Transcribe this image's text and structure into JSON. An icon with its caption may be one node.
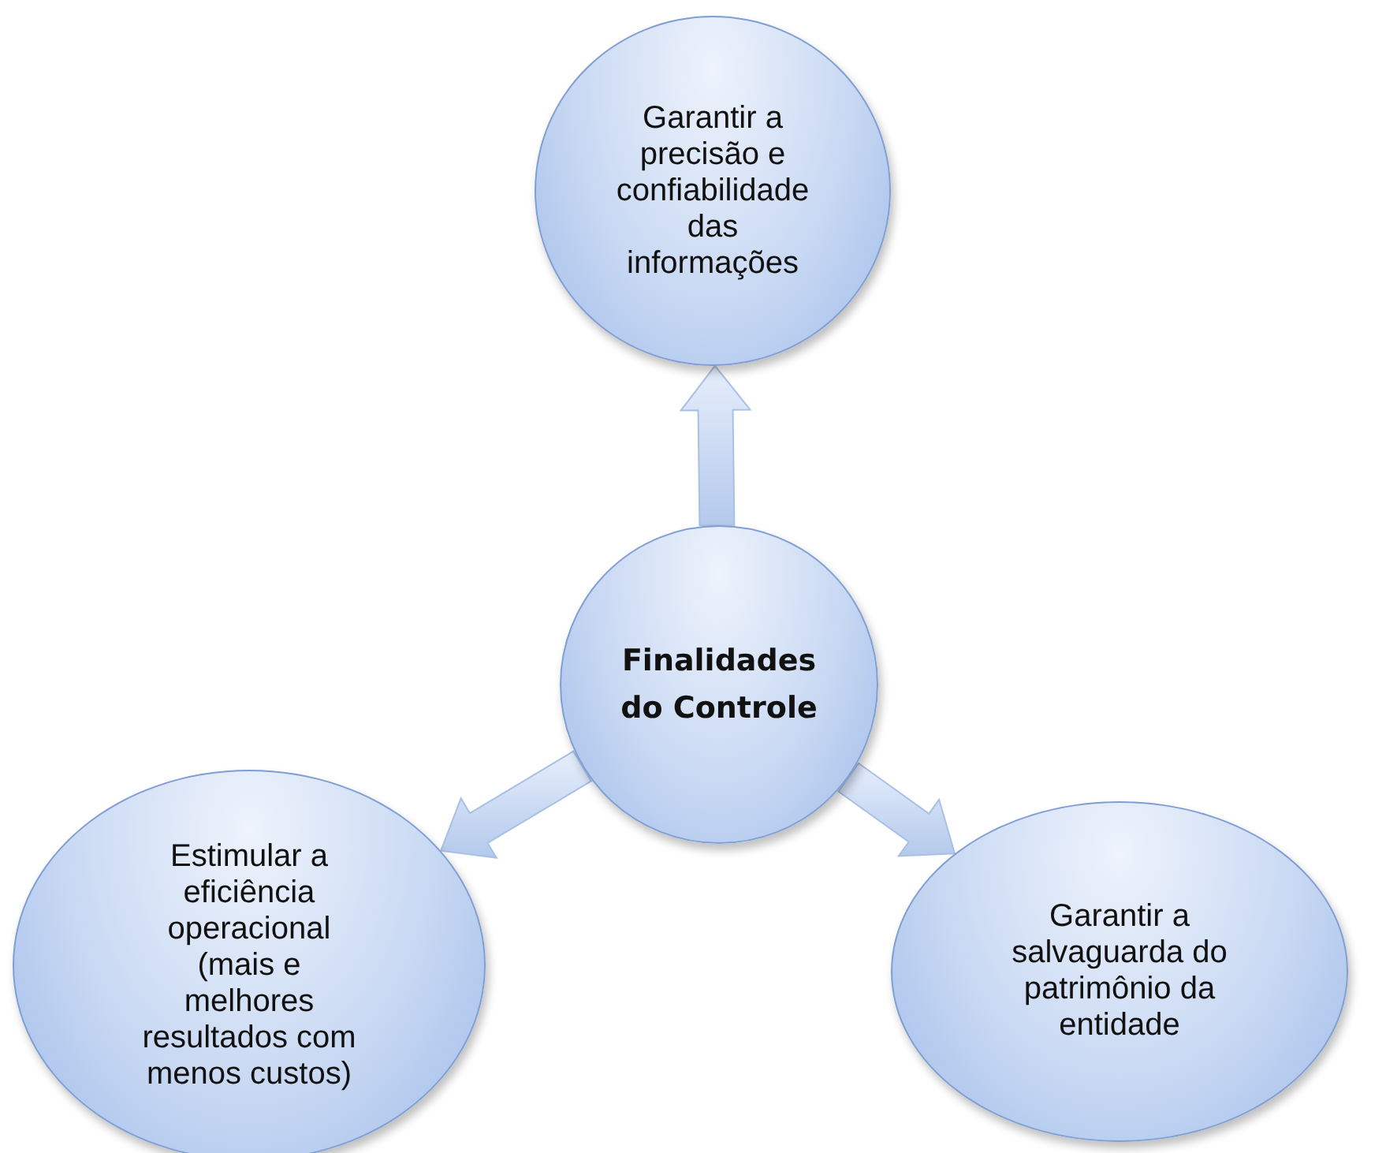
{
  "diagram": {
    "nodes": [
      {
        "text": [
          "Garantir a precisão e confiabilidade das informações"
        ]
      },
      {
        "text": [
          "Finalidades do Controle"
        ]
      },
      {
        "text": [
          "Estimular a eficiência operacional (mais e melhores resultados com menos custos)"
        ]
      },
      {
        "text": [
          "Garantir a salvaguarda do patrimônio da entidade"
        ]
      }
    ],
    "edges": [
      {
        "from": 1,
        "to": 0,
        "arrow": "to"
      },
      {
        "from": 1,
        "to": 2,
        "arrow": "to"
      },
      {
        "from": 1,
        "to": 3,
        "arrow": "to"
      }
    ]
  }
}
